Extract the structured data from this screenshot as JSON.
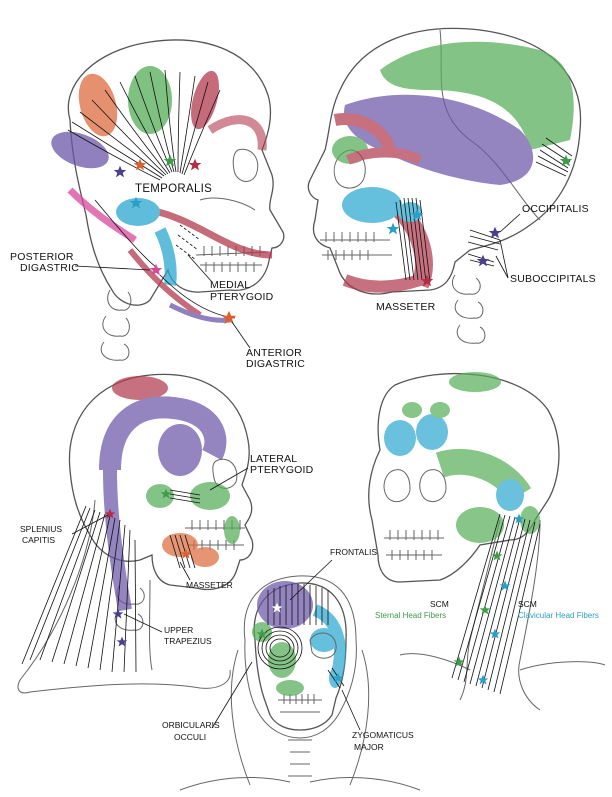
{
  "colors": {
    "purple": "#6b56a8",
    "green": "#55ad58",
    "orange": "#dd6d40",
    "red": "#b23a4e",
    "blue": "#2aa8d0",
    "pink": "#d9479a",
    "star_orange": "#e05d2e",
    "star_purple": "#4a3f8f",
    "star_green": "#3f9a4a",
    "star_red": "#b22d45",
    "star_blue": "#2a9fc8"
  },
  "labels": {
    "temporalis": "TEMPORALIS",
    "posterior_digastric_1": "POSTERIOR",
    "posterior_digastric_2": "DIGASTRIC",
    "medial_pterygoid_1": "MEDIAL",
    "medial_pterygoid_2": "PTERYGOID",
    "anterior_digastric_1": "ANTERIOR",
    "anterior_digastric_2": "DIGASTRIC",
    "occipitalis": "OCCIPITALIS",
    "suboccipitals": "SUBOCCIPITALS",
    "masseter_top": "MASSETER",
    "lateral_pterygoid_1": "LATERAL",
    "lateral_pterygoid_2": "PTERYGOID",
    "splenius_capitis_1": "SPLENIUS",
    "splenius_capitis_2": "CAPITIS",
    "masseter_bottom": "MASSETER",
    "upper_trapezius_1": "UPPER",
    "upper_trapezius_2": "TRAPEZIUS",
    "frontalis": "FRONTALIS",
    "orbicularis_1": "ORBICULARIS",
    "orbicularis_2": "OCCULI",
    "zygomaticus_1": "ZYGOMATICUS",
    "zygomaticus_2": "MAJOR",
    "scm_left": "SCM",
    "scm_left_sub": "Sternal Head Fibers",
    "scm_right": "SCM",
    "scm_right_sub": "Clavicular Head Fibers"
  }
}
